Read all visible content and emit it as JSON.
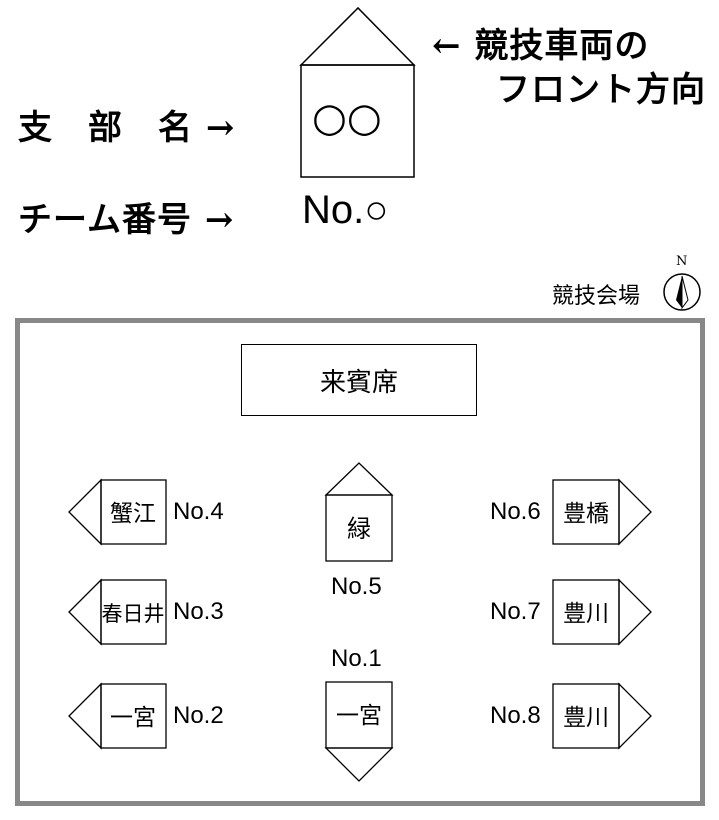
{
  "legend": {
    "front_note_line1": "← 競技車両の",
    "front_note_line2": "フロント方向",
    "branch_label": "支　部　名 →",
    "team_label": "チーム番号 →",
    "sample_branch": "○○",
    "sample_number": "No.○"
  },
  "venue": {
    "title": "競技会場",
    "compass_letter": "N",
    "guest_seats": "来賓席"
  },
  "vehicles": [
    {
      "branch": "蟹江",
      "number": "No.4",
      "facing": "left"
    },
    {
      "branch": "春日井",
      "number": "No.3",
      "facing": "left"
    },
    {
      "branch": "一宮",
      "number": "No.2",
      "facing": "left"
    },
    {
      "branch": "緑",
      "number": "No.5",
      "facing": "up"
    },
    {
      "branch": "一宮",
      "number": "No.1",
      "facing": "down"
    },
    {
      "branch": "豊橋",
      "number": "No.6",
      "facing": "right"
    },
    {
      "branch": "豊川",
      "number": "No.7",
      "facing": "right"
    },
    {
      "branch": "豊川",
      "number": "No.8",
      "facing": "right"
    }
  ],
  "colors": {
    "border": "#888888",
    "line": "#000000"
  }
}
